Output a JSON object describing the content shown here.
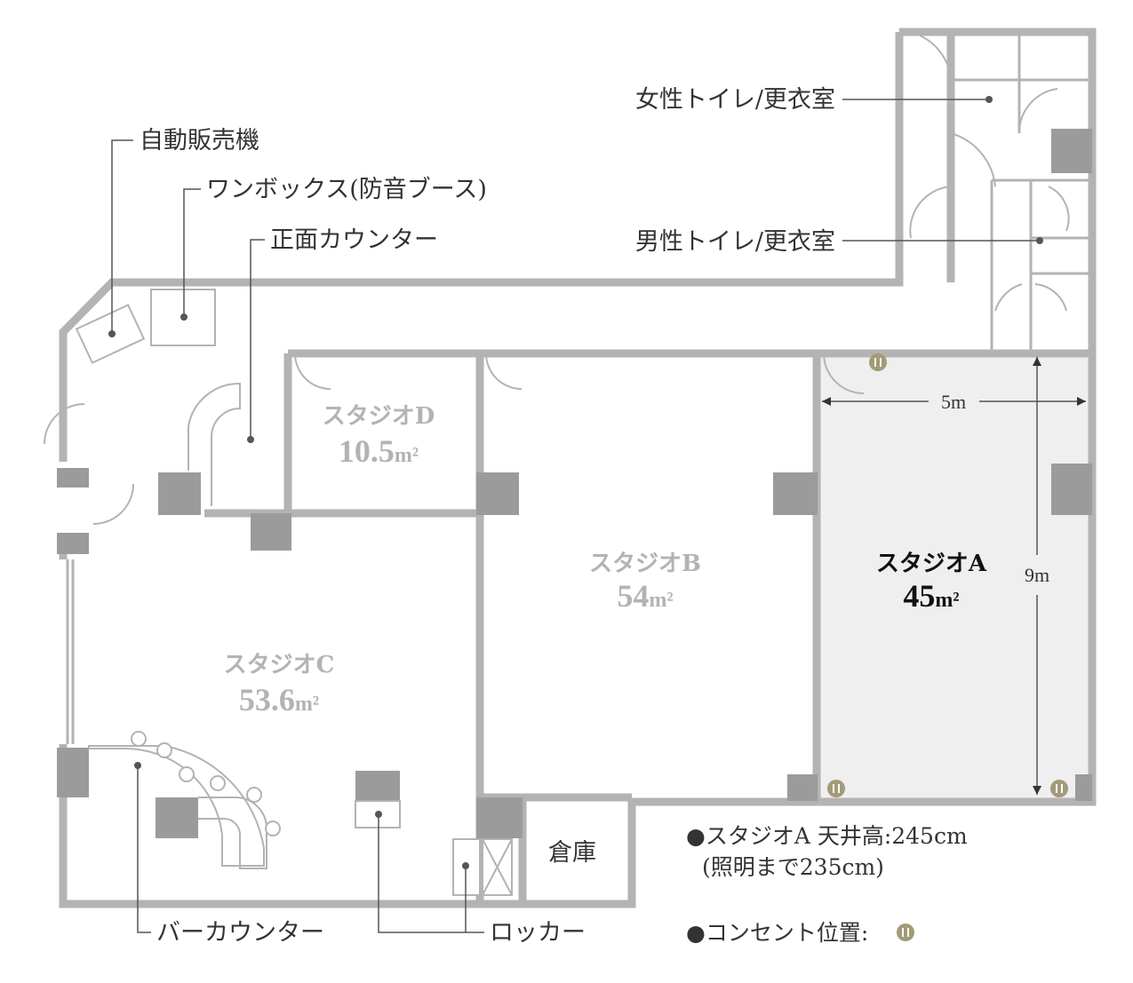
{
  "labels": {
    "vending_machine": "自動販売機",
    "one_box": "ワンボックス(防音ブース)",
    "front_counter": "正面カウンター",
    "womens_restroom": "女性トイレ/更衣室",
    "mens_restroom": "男性トイレ/更衣室",
    "bar_counter": "バーカウンター",
    "locker": "ロッカー",
    "storage": "倉庫"
  },
  "rooms": {
    "studio_a": {
      "name": "スタジオA",
      "area": "45",
      "unit": "m²",
      "highlight": true
    },
    "studio_b": {
      "name": "スタジオB",
      "area": "54",
      "unit": "m²"
    },
    "studio_c": {
      "name": "スタジオC",
      "area": "53.6",
      "unit": "m²"
    },
    "studio_d": {
      "name": "スタジオD",
      "area": "10.5",
      "unit": "m²"
    }
  },
  "dimensions": {
    "width": "5m",
    "height": "9m"
  },
  "notes": {
    "ceiling_line1": "●スタジオA 天井高:245cm",
    "ceiling_line2": "(照明まで235cm)",
    "outlet_label": "●コンセント位置:"
  },
  "colors": {
    "wall": "#b3b3b3",
    "column": "#9b9b9b",
    "studio_a_fill": "#efefef",
    "outlet": "#a39a78",
    "faded_text": "#b3b3b3",
    "strong_text": "#111111"
  },
  "icons": {
    "outlet": "outlet-icon"
  }
}
